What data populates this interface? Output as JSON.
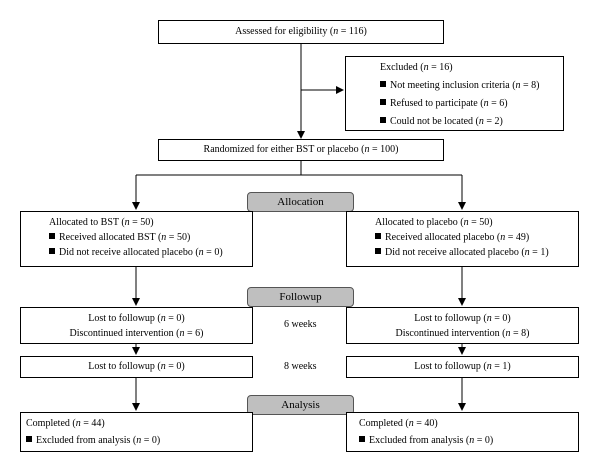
{
  "assessed": "Assessed for eligibility (n = 116)",
  "excluded": {
    "title": "Excluded (n = 16)",
    "items": [
      "Not meeting inclusion criteria (n = 8)",
      "Refused to participate (n = 6)",
      "Could not be located (n = 2)"
    ]
  },
  "randomized": "Randomized for either BST or placebo (n = 100)",
  "phases": {
    "allocation": "Allocation",
    "followup": "Followup",
    "analysis": "Analysis"
  },
  "alloc_left": {
    "title": "Allocated to BST (n = 50)",
    "items": [
      "Received allocated BST (n = 50)",
      "Did not receive allocated placebo (n = 0)"
    ]
  },
  "alloc_right": {
    "title": "Allocated to placebo (n = 50)",
    "items": [
      "Received allocated placebo (n = 49)",
      "Did not receive allocated placebo (n = 1)"
    ]
  },
  "week6": {
    "label": "6 weeks",
    "left": [
      "Lost to followup (n = 0)",
      "Discontinued intervention (n = 6)"
    ],
    "right": [
      "Lost to followup (n = 0)",
      "Discontinued intervention (n = 8)"
    ]
  },
  "week8": {
    "label": "8 weeks",
    "left": "Lost to followup (n = 0)",
    "right": "Lost to followup (n = 1)"
  },
  "completed_left": {
    "title": "Completed (n = 44)",
    "items": [
      "Excluded from analysis (n = 0)"
    ]
  },
  "completed_right": {
    "title": "Completed (n = 40)",
    "items": [
      "Excluded from analysis (n = 0)"
    ]
  }
}
